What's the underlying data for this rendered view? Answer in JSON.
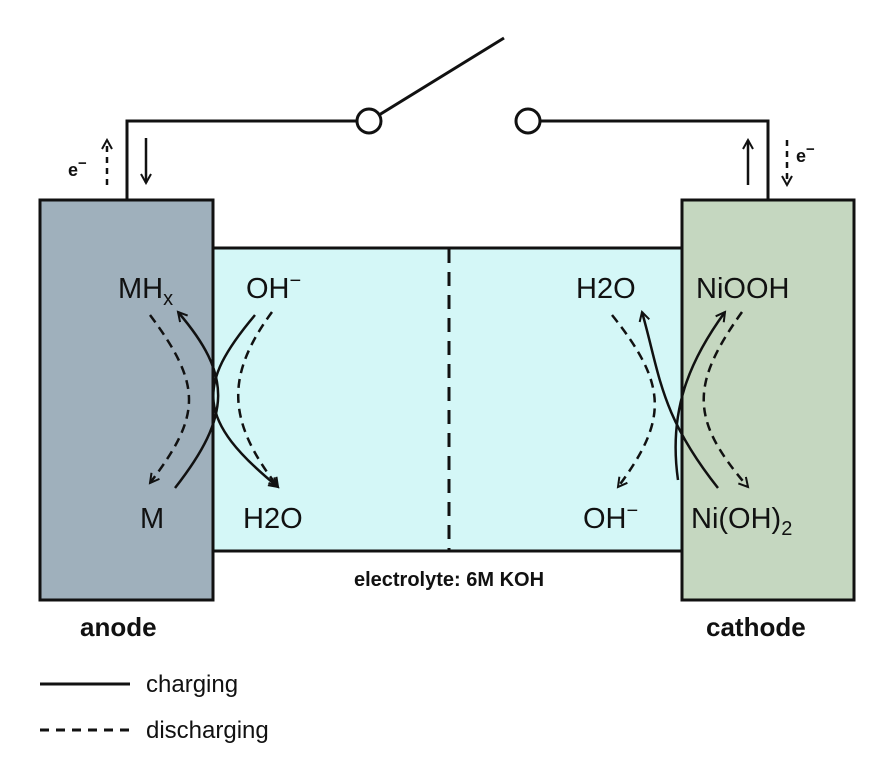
{
  "colors": {
    "anode": "#9fb0bc",
    "cathode": "#c5d7c0",
    "electrolyte": "#d4f7f7",
    "stroke": "#111111"
  },
  "electron_label": "e",
  "electron_sup": "−",
  "anode": {
    "label": "anode",
    "top_base": "MH",
    "top_sub": "x",
    "bottom": "M"
  },
  "electrolyte_left": {
    "top_base": "OH",
    "top_sup": "−",
    "bottom_a": "H",
    "bottom_sub": "2",
    "bottom_b": "O"
  },
  "electrolyte_right": {
    "top_a": "H",
    "top_sub": "2",
    "top_b": "O",
    "bottom_base": "OH",
    "bottom_sup": "−"
  },
  "cathode": {
    "label": "cathode",
    "top": "NiOOH",
    "bottom_base": "Ni(OH)",
    "bottom_sub": "2"
  },
  "electrolyte_label": "electrolyte: 6M KOH",
  "legend": {
    "charging": "charging",
    "discharging": "discharging"
  }
}
